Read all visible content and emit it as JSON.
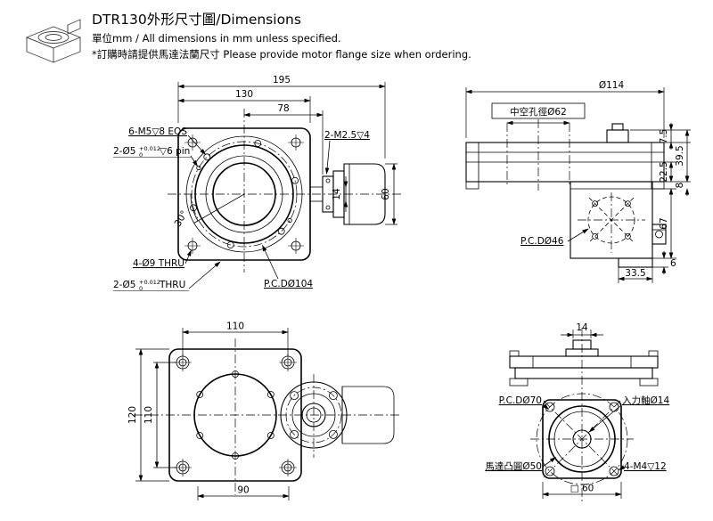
{
  "header": {
    "title": "DTR130外形尺寸圖/Dimensions",
    "subtitle": "單位mm / All dimensions in mm unless specified.",
    "note": "*訂購時請提供馬達法蘭尺寸 Please provide motor flange size when ordering."
  },
  "front_view": {
    "dim_total_width": "195",
    "dim_body_width": "130",
    "dim_78": "78",
    "dim_shaft": "14",
    "dim_motor": "60",
    "angle": "30°",
    "label_m5": "6-M5▽8 EQS",
    "label_m25": "2-M2.5▽4",
    "label_holes": "4-Ø9 THRU",
    "label_pcd": "P.C.DØ104",
    "pin_label": {
      "prefix": "2-Ø5",
      "tol_upper": "+0.012",
      "tol_lower": "0",
      "suffix": "▽6 pin"
    },
    "thru_label": {
      "prefix": "2-Ø5",
      "tol_upper": "+0.012",
      "tol_lower": "0",
      "suffix": "THRU"
    }
  },
  "side_view": {
    "dim_diameter": "Ø114",
    "label_bore": "中空孔徑Ø62",
    "dim_7_5": "7.5",
    "dim_39_5": "39.5",
    "dim_22_5": "22.5",
    "dim_8": "8",
    "dim_67": "67",
    "dim_33_5": "33.5",
    "dim_6": "6",
    "label_pcd": "P.C.DØ46"
  },
  "bottom_view": {
    "dim_top": "110",
    "dim_height": "120",
    "dim_holes_v": "110",
    "dim_bottom": "90"
  },
  "motor_view": {
    "dim_shaft": "14",
    "label_pcd": "P.C.DØ70",
    "label_shaft": "入力軸Ø14",
    "label_boss": "馬達凸圓Ø50",
    "label_screws": "4-M4▽12",
    "dim_square": "□ 60"
  }
}
